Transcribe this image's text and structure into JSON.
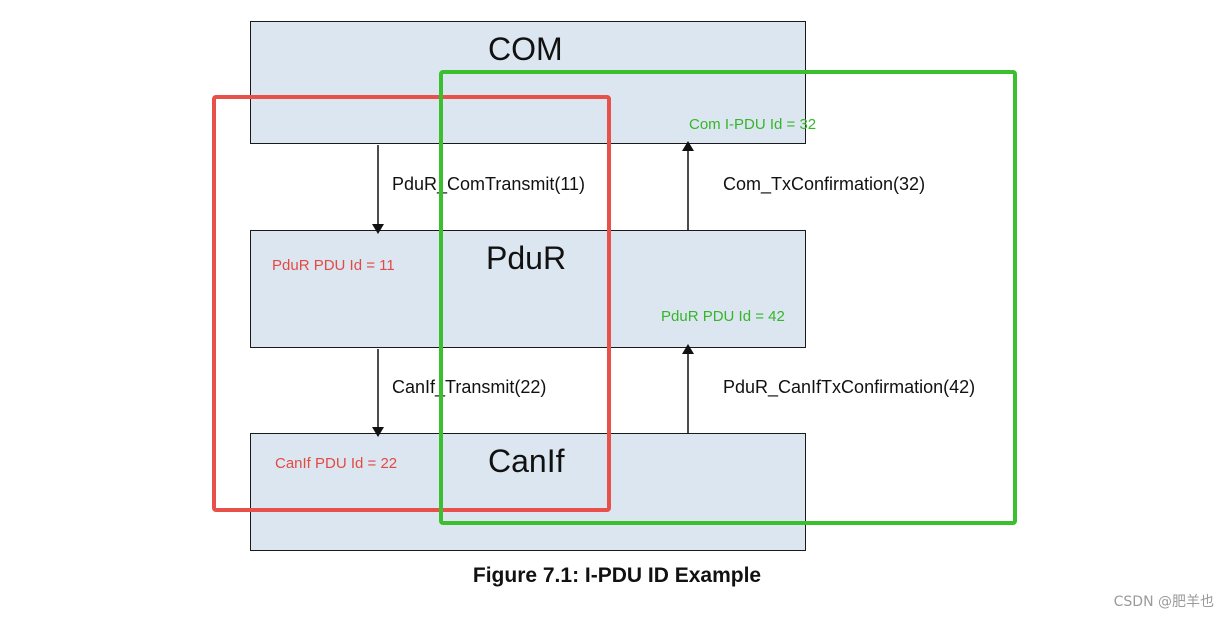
{
  "layers": {
    "com": {
      "title": "COM",
      "id_label": "Com I-PDU Id = 32"
    },
    "pdur": {
      "title": "PduR",
      "id_label_red": "PduR PDU Id = 11",
      "id_label_green": "PduR PDU Id = 42"
    },
    "canif": {
      "title": "CanIf",
      "id_label": "CanIf PDU Id = 22"
    }
  },
  "calls": {
    "com_to_pdur": "PduR_ComTransmit(11)",
    "pdur_to_com": "Com_TxConfirmation(32)",
    "pdur_to_canif": "CanIf_Transmit(22)",
    "canif_to_pdur": "PduR_CanIfTxConfirmation(42)"
  },
  "caption": "Figure 7.1: I-PDU ID Example",
  "watermark": "CSDN @肥羊也",
  "colors": {
    "box_fill": "#dce6f0",
    "red_highlight": "#e8504a",
    "green_highlight": "#3cbf2e",
    "red_text": "#e24a44",
    "green_text": "#36b52a"
  }
}
